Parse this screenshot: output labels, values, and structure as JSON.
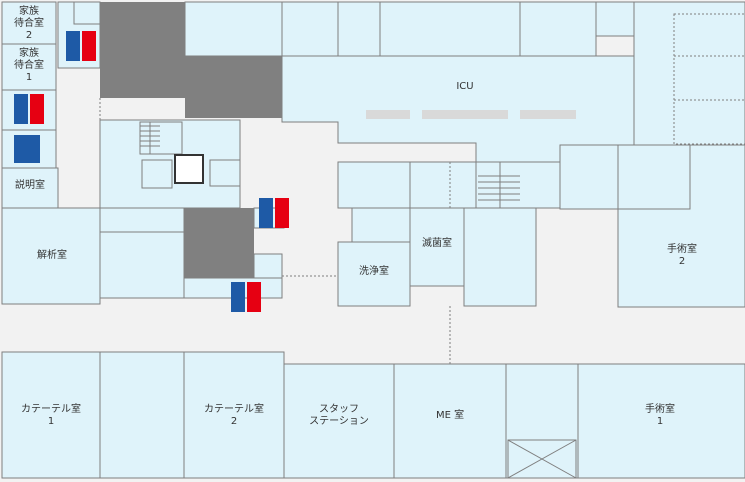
{
  "colors": {
    "room": "#dff3fa",
    "corridor": "#f2f2f2",
    "shaft": "#808080",
    "wall": "#7f7f7f",
    "bed_bar": "#d9d9d9",
    "male": "#1e5aa6",
    "female": "#e60012"
  },
  "rooms": {
    "family2": [
      "家族",
      "待合室",
      "2"
    ],
    "family1": [
      "家族",
      "待合室",
      "1"
    ],
    "explain": [
      "説明室"
    ],
    "analysis": [
      "解析室"
    ],
    "icu": [
      "ICU"
    ],
    "sterilize": [
      "滅菌室"
    ],
    "wash": [
      "洗浄室"
    ],
    "or2": [
      "手術室",
      "2"
    ],
    "cath1": [
      "カテーテル室",
      "1"
    ],
    "cath2": [
      "カテーテル室",
      "2"
    ],
    "staff": [
      "スタッフ",
      "ステーション"
    ],
    "me": [
      "ME 室"
    ],
    "or1": [
      "手術室",
      "1"
    ]
  },
  "icons": [
    "restroom-icon",
    "accessible-icon",
    "elevator-icon"
  ]
}
